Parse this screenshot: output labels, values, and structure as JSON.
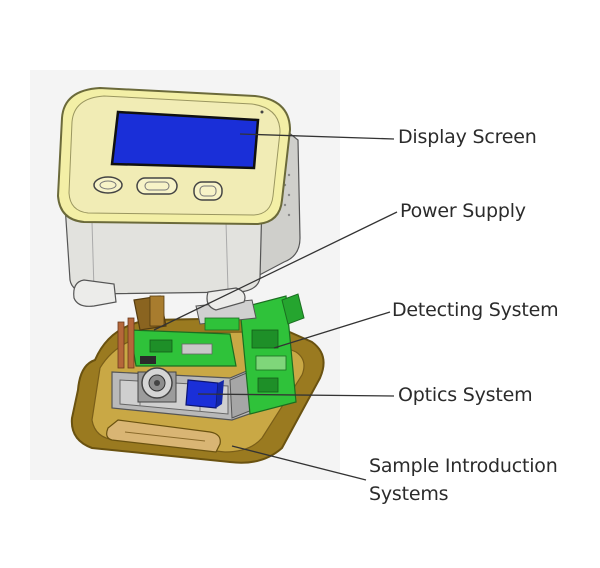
{
  "labels": {
    "display_screen": "Display Screen",
    "power_supply": "Power Supply",
    "detecting_system": "Detecting System",
    "optics_system": "Optics System",
    "sample_introduction_line1": "Sample Introduction",
    "sample_introduction_line2": "Systems"
  },
  "colors": {
    "screen": "#1a2fd8",
    "bezel": "#f3efa6",
    "housing": "#e2e2de",
    "circuit_board": "#2fc23a",
    "base_tray": "#9a7a20",
    "optics_block": "#1a2fd8",
    "leader_line": "#333333"
  }
}
